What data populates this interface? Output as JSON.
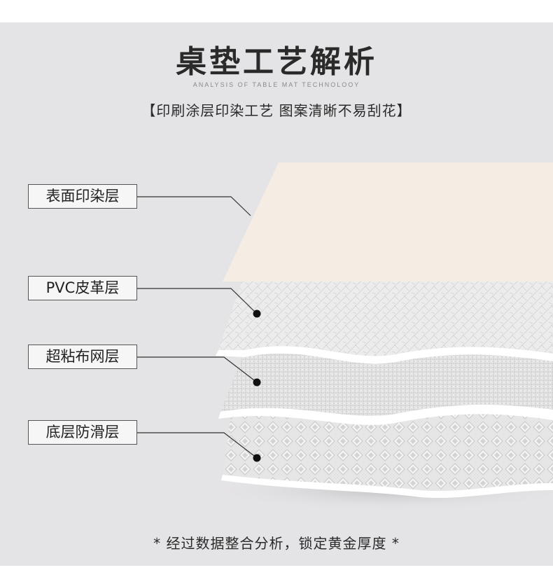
{
  "header": {
    "title": "桌垫工艺解析",
    "subtitle": "ANALYSIS OF TABLE MAT TECHNOLOOY",
    "tagline": "【印刷涂层印染工艺 图案清晰不易刮花】"
  },
  "layers": [
    {
      "label": "表面印染层"
    },
    {
      "label": "PVC皮革层"
    },
    {
      "label": "超粘布网层"
    },
    {
      "label": "底层防滑层"
    }
  ],
  "footer": {
    "note": "*   经过数据整合分析，锁定黄金厚度   *"
  },
  "colors": {
    "background": "#e4e3e5",
    "surface_layer": "#f5ede3",
    "text": "#2a2a2a"
  }
}
